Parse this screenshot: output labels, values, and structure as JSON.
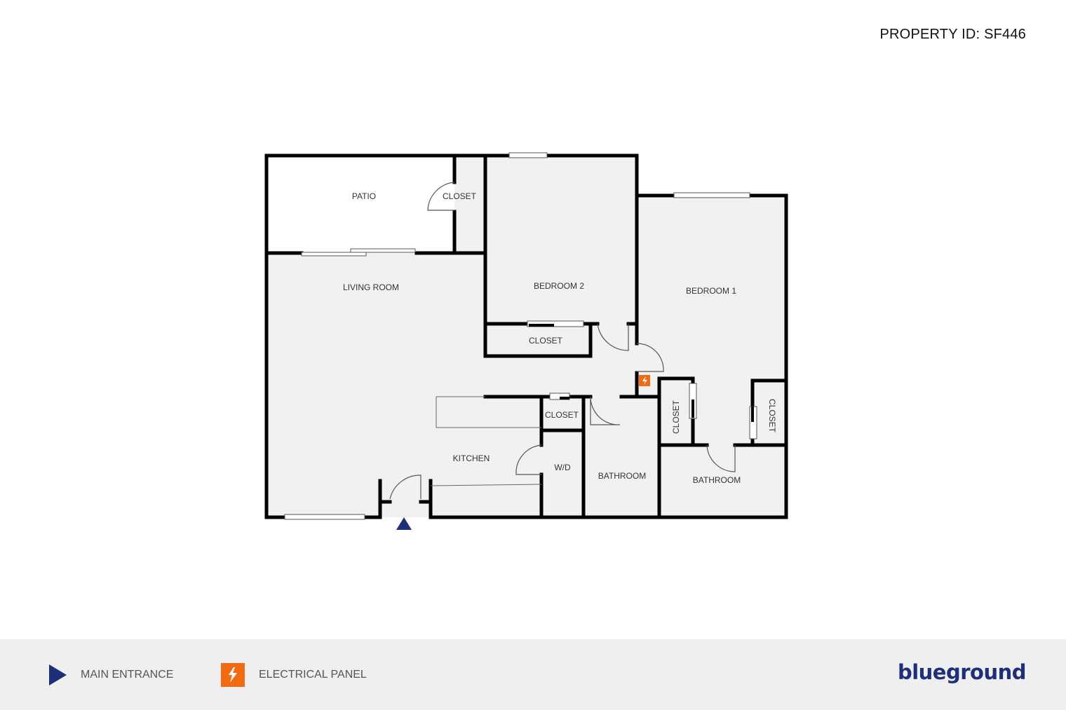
{
  "header": {
    "property_id": "PROPERTY ID: SF446"
  },
  "floorplan": {
    "rooms": {
      "patio": "PATIO",
      "patio_closet": "CLOSET",
      "living_room": "LIVING ROOM",
      "bedroom_2": "BEDROOM 2",
      "bedroom_2_closet": "CLOSET",
      "bedroom_1": "BEDROOM 1",
      "hall_closet": "CLOSET",
      "kitchen": "KITCHEN",
      "wd": "W/D",
      "bathroom_hall": "BATHROOM",
      "bathroom_master": "BATHROOM",
      "bedroom_1_closet_left": "CLOSET",
      "bedroom_1_closet_right": "CLOSET"
    },
    "colors": {
      "wall": "#000000",
      "floor": "#f1f1f1",
      "entrance": "#1f2e7a",
      "panel": "#f26a12"
    }
  },
  "legend": {
    "items": [
      {
        "icon": "main-entrance-triangle-icon",
        "label": "MAIN ENTRANCE"
      },
      {
        "icon": "electrical-panel-icon",
        "label": "ELECTRICAL PANEL"
      }
    ]
  },
  "brand": {
    "name": "blueground",
    "color": "#1f2e7a"
  }
}
